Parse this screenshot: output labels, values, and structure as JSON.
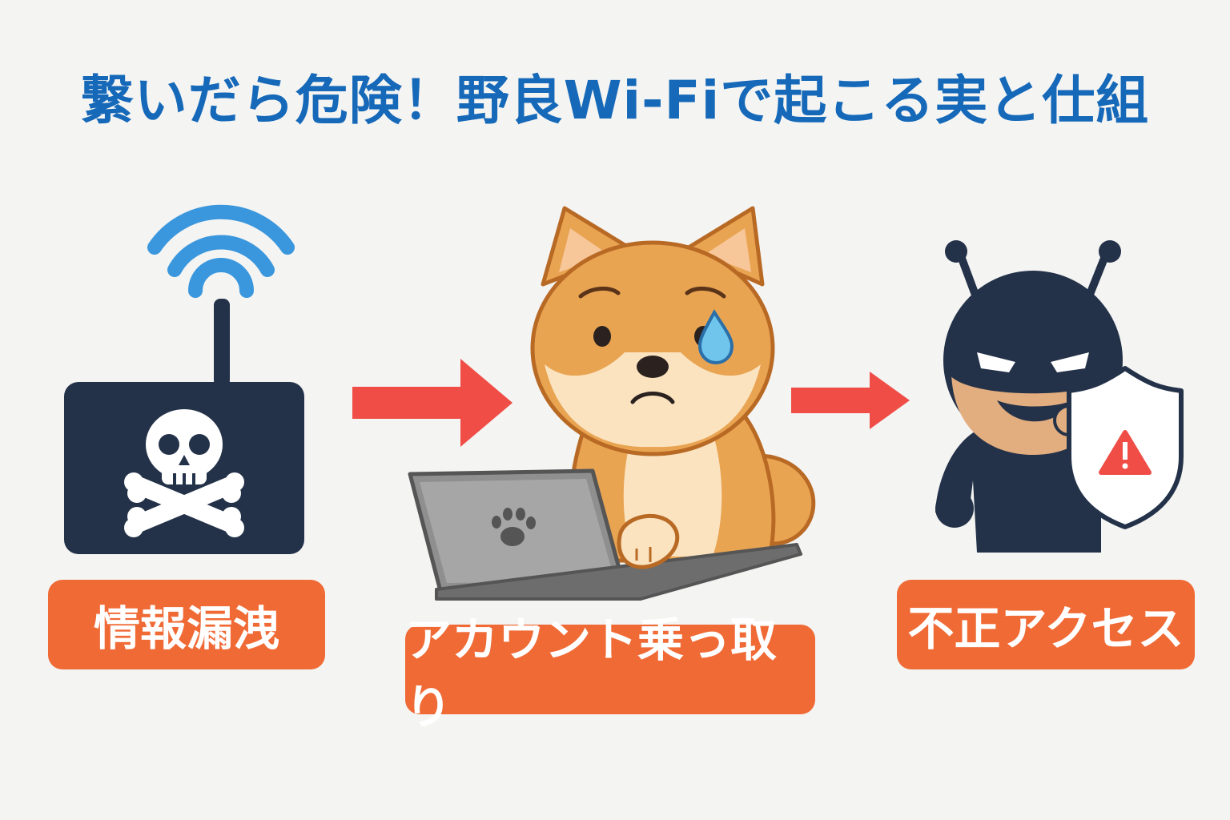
{
  "title": "繋いだら危険！野良Wi-Fiで起こる実と仕組",
  "labels": {
    "leak": "情報漏洩",
    "takeover": "アカウント乗っ取り",
    "access": "不正アクセス"
  },
  "icons": {
    "router": "malicious-router-icon",
    "dog": "worried-shiba-dog-icon",
    "hacker": "hacker-icon"
  },
  "colors": {
    "title": "#1669b8",
    "label_bg": "#f06a35",
    "arrow": "#ef4d46",
    "dark": "#243249",
    "wifi": "#3a97dd"
  }
}
